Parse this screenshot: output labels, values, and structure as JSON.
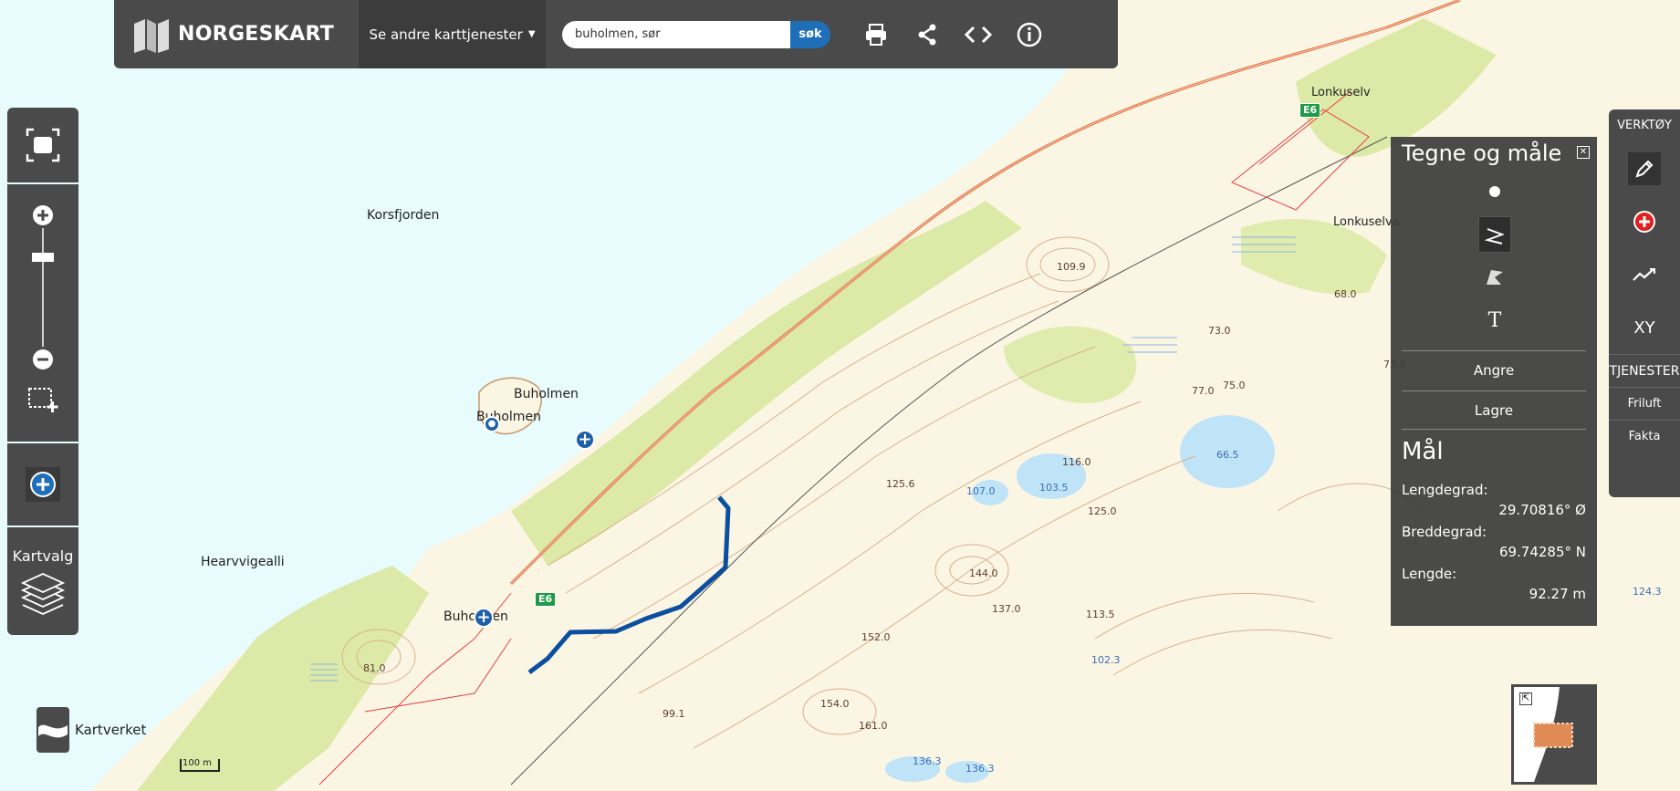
{
  "header": {
    "brand": "NORGESKART",
    "services_label": "Se andre karttjenester",
    "search_value": "buholmen, sør",
    "search_button": "søk",
    "icons": [
      "printer-icon",
      "share-icon",
      "code-icon",
      "info-icon"
    ]
  },
  "left_panel": {
    "kartvalg_label": "Kartvalg",
    "icons": [
      "fullscreen-icon",
      "zoom-in-icon",
      "zoom-slider",
      "zoom-out-icon",
      "zoom-box-icon",
      "add-icon",
      "layers-icon"
    ]
  },
  "tools": {
    "header": "VERKTØY",
    "services_header": "TJENESTER",
    "xy_label": "XY",
    "items": [
      "Friluft",
      "Fakta"
    ],
    "icons": [
      "pencil-icon",
      "add-point-icon",
      "elevation-profile-icon"
    ]
  },
  "draw_panel": {
    "title": "Tegne og måle",
    "undo_label": "Angre",
    "save_label": "Lagre",
    "measure_title": "Mål",
    "longitude_label": "Lengdegrad:",
    "longitude_value": "29.70816° Ø",
    "latitude_label": "Breddegrad:",
    "latitude_value": "69.74285° N",
    "length_label": "Lengde:",
    "length_value": "92.27 m",
    "tool_icons": [
      "point-icon",
      "line-icon",
      "polygon-icon",
      "text-icon"
    ],
    "active_tool": "line-icon"
  },
  "map": {
    "place_labels": [
      "Korsfjorden",
      "Buholmen",
      "Buholmen",
      "Hearvvigealli",
      "Buholmen",
      "Lonkuselv",
      "Lonkuselva"
    ],
    "road_shields": [
      "E6",
      "E6"
    ],
    "contour_labels": [
      "109.9",
      "68.0",
      "73.0",
      "77.0",
      "75.0",
      "125.6",
      "116.0",
      "125.0",
      "144.0",
      "137.0",
      "113.5",
      "152.0",
      "81.0",
      "154.0",
      "161.0",
      "99.1",
      "73.0"
    ],
    "water_labels": [
      "66.5",
      "107.0",
      "103.5",
      "102.3",
      "136.3",
      "136.3",
      "124.3"
    ],
    "measure_line_color": "#0b4f9e"
  },
  "footer": {
    "attribution": "Kartverket",
    "scale_label": "100 m"
  },
  "colors": {
    "panel": "#4a4a4a",
    "accent": "#1f6fb8",
    "water": "#e8fbfd",
    "land": "#fbf6e4",
    "forest": "#d9e8a0"
  }
}
